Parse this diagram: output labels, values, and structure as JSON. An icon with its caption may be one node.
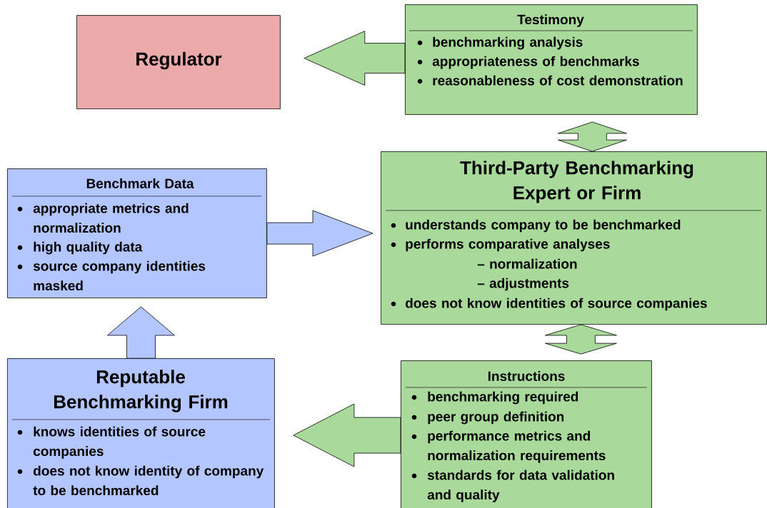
{
  "diagram": {
    "nodes": [
      {
        "text": [
          "Regulator"
        ]
      },
      {
        "text": [
          "Testimony",
          "benchmarking analysis",
          "appropriateness of benchmarks",
          "reasonableness of cost demonstration"
        ]
      },
      {
        "text": [
          "Third-Party Benchmarking Expert or Firm",
          "understands company to be benchmarked",
          "performs comparative analyses",
          "– normalization",
          "– adjustments",
          "does not know identities of source companies"
        ]
      },
      {
        "text": [
          "Benchmark Data",
          "appropriate metrics and normalization",
          "high quality data",
          "source company identities masked"
        ]
      },
      {
        "text": [
          "Reputable Benchmarking Firm",
          "knows identities of source companies",
          "does not know identity of company to be benchmarked"
        ]
      },
      {
        "text": [
          "Instructions",
          "benchmarking required",
          "peer group definition",
          "performance metrics and normalization requirements",
          "standards for data validation and quality"
        ]
      }
    ],
    "edges": [
      {
        "from": 1,
        "to": 0,
        "arrow": "to"
      },
      {
        "from": 2,
        "to": 1,
        "arrow": "both"
      },
      {
        "from": 3,
        "to": 2,
        "arrow": "to",
        "color": "#b3c6ff"
      },
      {
        "from": 2,
        "to": 5,
        "arrow": "both"
      },
      {
        "from": 5,
        "to": 4,
        "arrow": "to"
      },
      {
        "from": 4,
        "to": 3,
        "arrow": "to",
        "color": "#b3c6ff"
      }
    ]
  }
}
